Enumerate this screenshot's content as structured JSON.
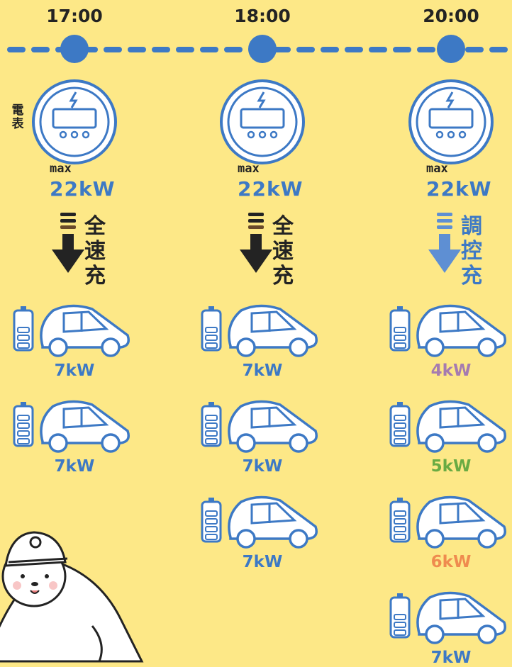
{
  "timeline": {
    "times": [
      "17:00",
      "18:00",
      "20:00"
    ]
  },
  "meter": {
    "label_line1": "電",
    "label_line2": "表",
    "max_label": "max",
    "max_value": "22kW",
    "icon": "electric-meter-icon"
  },
  "columns": [
    {
      "mode": [
        "全",
        "速",
        "充"
      ],
      "cars": [
        "7kW",
        "7kW"
      ]
    },
    {
      "mode": [
        "全",
        "速",
        "充"
      ],
      "cars": [
        "7kW",
        "7kW",
        "7kW"
      ]
    },
    {
      "mode": [
        "調",
        "控",
        "充"
      ],
      "cars": [
        "4kW",
        "5kW",
        "6kW",
        "7kW"
      ]
    }
  ],
  "colors": {
    "background": "#fde887",
    "primary_blue": "#3d79c5",
    "dark": "#232323",
    "kw_4": "#a57bb0",
    "kw_5": "#6aab43",
    "kw_6": "#ef8b4f",
    "kw_7": "#3d79c5"
  }
}
